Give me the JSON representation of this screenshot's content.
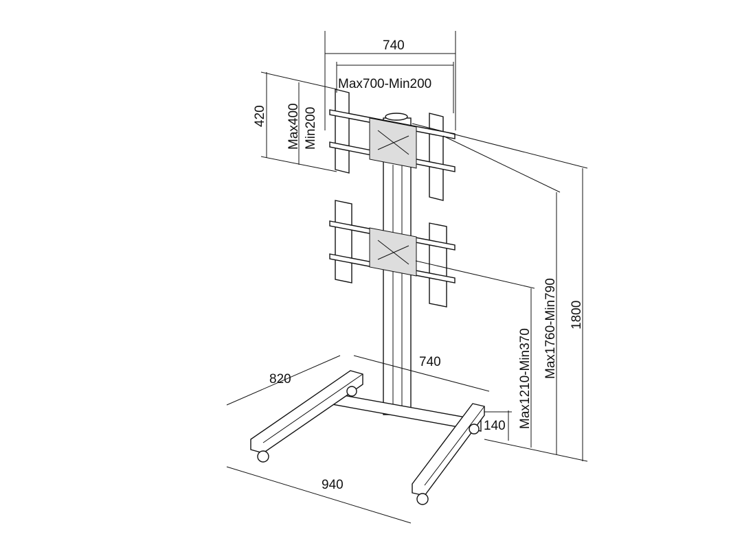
{
  "dimensions": {
    "top_width": "740",
    "vesa_width": "Max700-Min200",
    "top_height": "420",
    "vesa_height_max": "Max400",
    "vesa_height_min": "Min200",
    "total_height": "1800",
    "upper_mount_height": "Max1760-Min790",
    "lower_mount_height": "Max1210-Min370",
    "base_crossbar_width": "740",
    "base_depth": "820",
    "crossbar_height": "140",
    "base_width": "940"
  }
}
